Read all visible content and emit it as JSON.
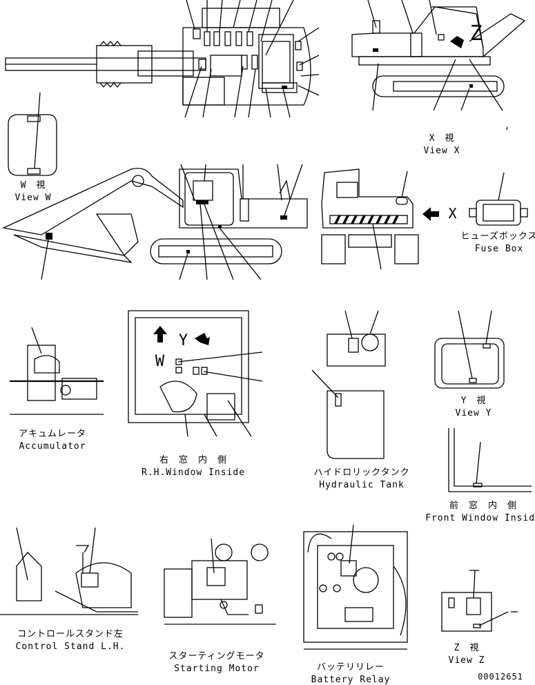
{
  "views": {
    "view_w": {
      "jp": "W　視",
      "en": "View W"
    },
    "view_x": {
      "jp": "X　視",
      "en": "View X"
    },
    "view_y": {
      "jp": "Y　視",
      "en": "View Y"
    },
    "view_z": {
      "jp": "Z　視",
      "en": "View Z"
    },
    "fuse_box": {
      "jp": "ヒューズボックス",
      "en": "Fuse Box"
    },
    "accumulator": {
      "jp": "アキュムレータ",
      "en": "Accumulator"
    },
    "rh_window": {
      "jp": "右　窓　内　側",
      "en": "R.H.Window Inside"
    },
    "hydraulic_tank": {
      "jp": "ハイドロリックタンク",
      "en": "Hydraulic Tank"
    },
    "front_window": {
      "jp": "前　窓　内　側",
      "en": "Front Window Inside"
    },
    "control_stand": {
      "jp": "コントロールスタンド左",
      "en": "Control Stand L.H."
    },
    "starting_motor": {
      "jp": "スターティングモータ",
      "en": "Starting Motor"
    },
    "battery_relay": {
      "jp": "バッテリリレー",
      "en": "Battery Relay"
    }
  },
  "markers": {
    "w": "W",
    "y": "Y",
    "z": "Z",
    "x": "X",
    "comma": ","
  },
  "figure_number": "00012651"
}
